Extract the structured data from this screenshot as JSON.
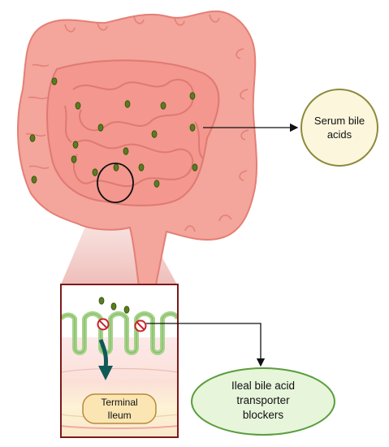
{
  "labels": {
    "serum": [
      "Serum bile",
      "acids"
    ],
    "terminal": [
      "Terminal",
      "Ileum"
    ],
    "blockers": [
      "Ileal bile acid",
      "transporter",
      "blockers"
    ]
  },
  "icons": {
    "bile_acid": "green-oval-icon",
    "no_entry": "prohibition-icon"
  },
  "colors": {
    "colon_fill": "#f4a59c",
    "colon_stroke": "#e47f76",
    "small_intestine": "#f3978f",
    "bile_acid_dot": "#5a7d1e",
    "serum_circle_fill": "#fbf6dc",
    "serum_circle_stroke": "#8d8a3c",
    "blockers_fill": "#e7f5db",
    "blockers_stroke": "#5a9d3c",
    "inset_border": "#7a1a1a",
    "villi": "#a6d38a",
    "prohibition_red": "#c8242c",
    "arrow": "#0e5a57"
  }
}
